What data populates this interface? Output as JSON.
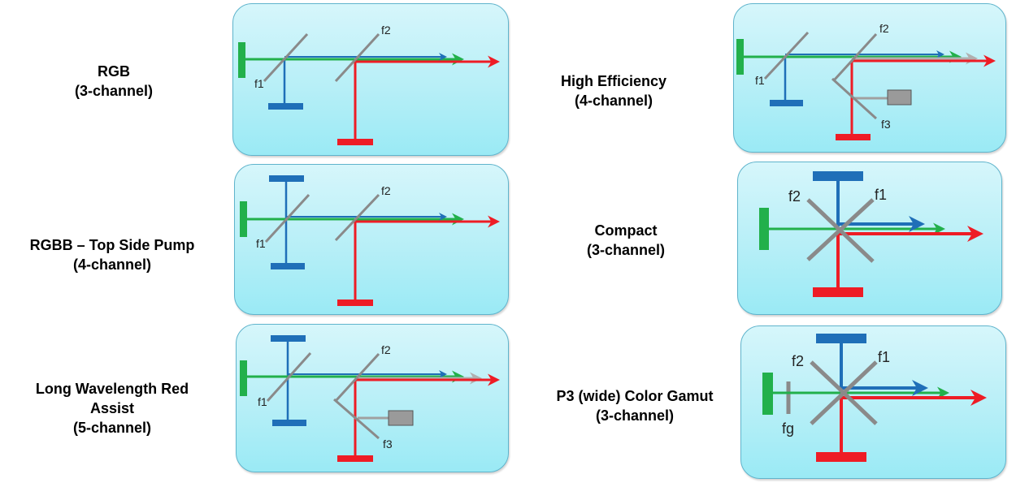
{
  "configs": [
    {
      "title": "RGB",
      "channels": "(3-channel)",
      "filters": [
        "f1",
        "f2"
      ]
    },
    {
      "title": "RGBB – Top Side Pump",
      "channels": "(4-channel)",
      "filters": [
        "f1",
        "f2"
      ]
    },
    {
      "title": "Long Wavelength Red",
      "title2": "Assist",
      "channels": "(5-channel)",
      "filters": [
        "f1",
        "f2",
        "f3"
      ]
    },
    {
      "title": "High Efficiency",
      "channels": "(4-channel)",
      "filters": [
        "f1",
        "f2",
        "f3"
      ]
    },
    {
      "title": "Compact",
      "channels": "(3-channel)",
      "filters": [
        "f2",
        "f1"
      ]
    },
    {
      "title": "P3 (wide) Color Gamut",
      "channels": "(3-channel)",
      "filters": [
        "f2",
        "f1",
        "fg"
      ]
    }
  ],
  "colors": {
    "green": "#22b04b",
    "blue": "#1f6fb8",
    "red": "#ee1c25",
    "gray": "#8f8f8f",
    "filter": "#8a8a8a"
  }
}
